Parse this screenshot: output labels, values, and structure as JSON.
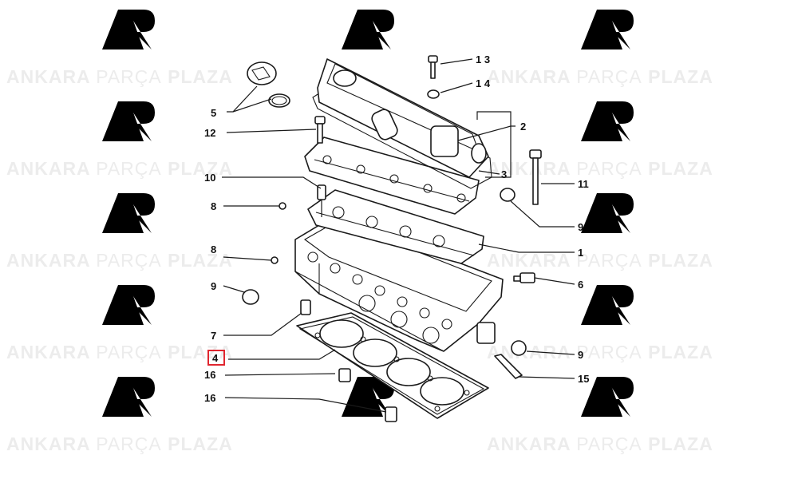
{
  "watermark": {
    "brand_bold_1": "ANKARA",
    "brand_thin": "PARÇA",
    "brand_bold_2": "PLAZA",
    "logo_color": "#f3d6d6",
    "text_color": "#ececec"
  },
  "diagram": {
    "highlight_color": "#e0262f",
    "labels": {
      "p1": "1",
      "p2": "2",
      "p3": "3",
      "p4": "4",
      "p5": "5",
      "p6": "6",
      "p7": "7",
      "p8a": "8",
      "p8b": "8",
      "p9a": "9",
      "p9b": "9",
      "p9c": "9",
      "p10": "10",
      "p11": "11",
      "p12": "12",
      "p13": "1 3",
      "p14": "1 4",
      "p15": "15",
      "p16a": "16",
      "p16b": "16"
    },
    "highlighted_part": "4"
  }
}
